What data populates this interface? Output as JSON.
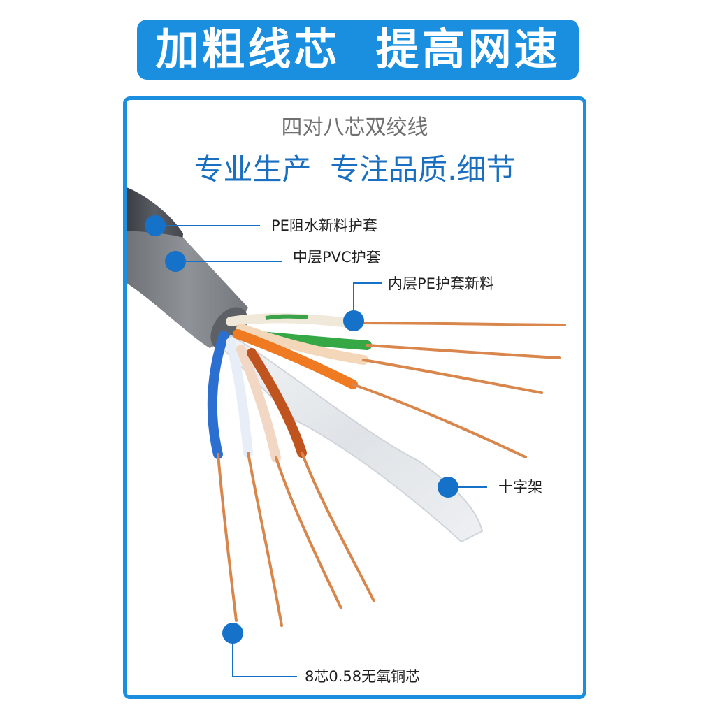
{
  "banner": {
    "title": "加粗线芯  提高网速"
  },
  "subtitle": "四对八芯双绞线",
  "headline": "专业生产  专注品质.细节",
  "callouts": {
    "outer_jacket": "PE阻水新料护套",
    "middle_jacket": "中层PVC护套",
    "inner_jacket": "内层PE护套新料",
    "cross_frame": "十字架",
    "copper_core": "8芯0.58无氧铜芯"
  },
  "colors": {
    "accent": "#1a8fe0",
    "headline": "#1a6fc0",
    "marker": "#1572c8",
    "copper": "#d8864c"
  }
}
